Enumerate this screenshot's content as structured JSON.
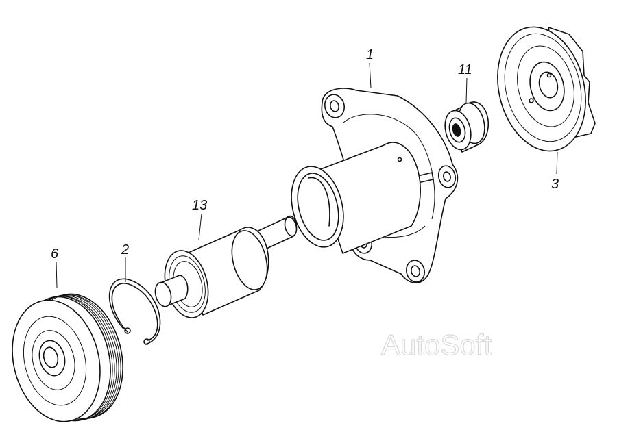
{
  "diagram": {
    "parts": [
      {
        "id": "housing",
        "callout": "1"
      },
      {
        "id": "retaining-ring",
        "callout": "2"
      },
      {
        "id": "impeller",
        "callout": "3"
      },
      {
        "id": "pulley",
        "callout": "6"
      },
      {
        "id": "seal",
        "callout": "11"
      },
      {
        "id": "shaft-bearing",
        "callout": "13"
      }
    ],
    "watermark": "AutoSoft"
  }
}
